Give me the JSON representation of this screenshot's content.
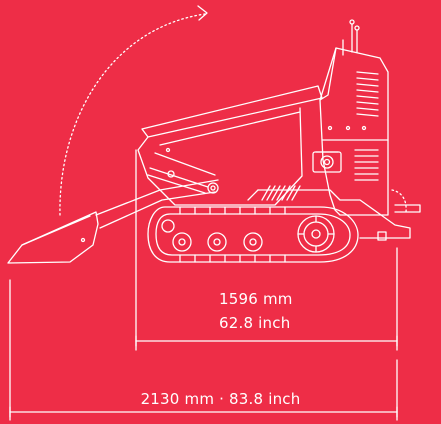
{
  "colors": {
    "background": "#ee2d47",
    "line": "#ffffff"
  },
  "dimensions": {
    "inner_mm": "1596 mm",
    "inner_inch": "62.8 inch",
    "total": "2130 mm · 83.8 inch"
  },
  "icons": [
    "rotation-arrow-icon",
    "pivot-arrow-icon"
  ]
}
